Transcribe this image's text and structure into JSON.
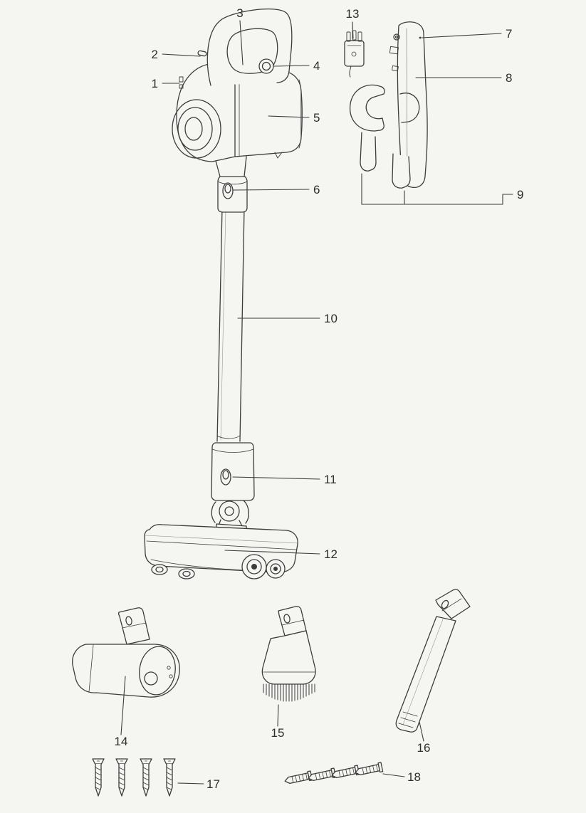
{
  "page": {
    "background_color": "#f5f5f2",
    "line_color": "#3c3c3c",
    "label_color": "#2e2e2e"
  },
  "figure": {
    "callouts": [
      {
        "label": "1"
      },
      {
        "label": "2"
      },
      {
        "label": "3"
      },
      {
        "label": "4"
      },
      {
        "label": "5"
      },
      {
        "label": "6"
      },
      {
        "label": "7"
      },
      {
        "label": "8"
      },
      {
        "label": "9"
      },
      {
        "label": "10"
      },
      {
        "label": "11"
      },
      {
        "label": "12"
      },
      {
        "label": "13"
      },
      {
        "label": "14"
      },
      {
        "label": "15"
      },
      {
        "label": "16"
      },
      {
        "label": "17"
      },
      {
        "label": "18"
      }
    ]
  }
}
